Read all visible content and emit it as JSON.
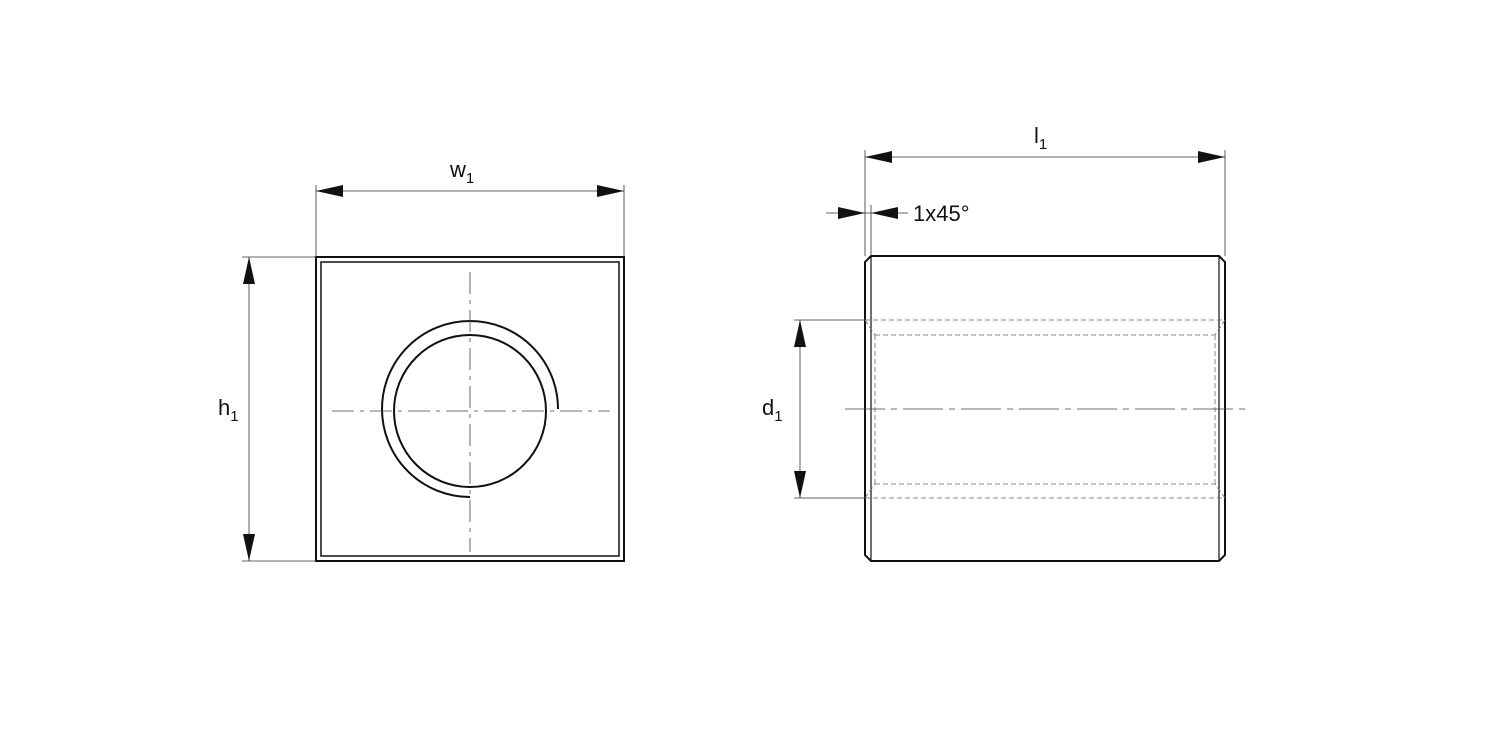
{
  "front_view": {
    "width_label": {
      "main": "w",
      "sub": "1"
    },
    "height_label": {
      "main": "h",
      "sub": "1"
    }
  },
  "side_view": {
    "length_label": {
      "main": "l",
      "sub": "1"
    },
    "diameter_label": {
      "main": "d",
      "sub": "1"
    },
    "chamfer_label": "1x45°"
  }
}
